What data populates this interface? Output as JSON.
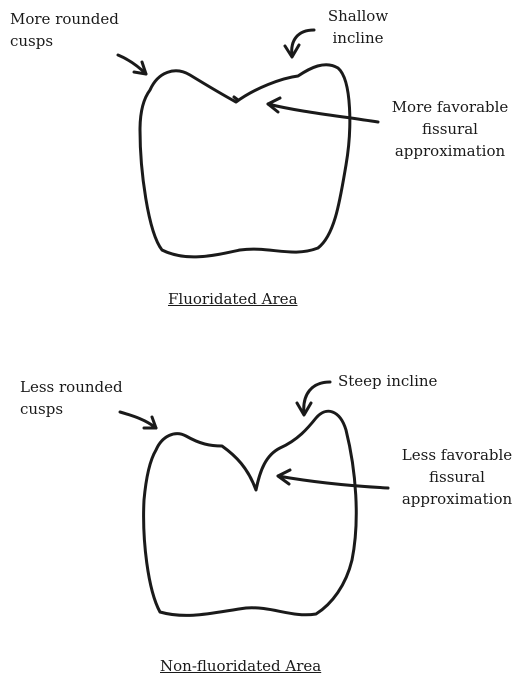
{
  "top_diagram": {
    "cusps_label": "More rounded\ncusps",
    "incline_label": "Shallow\nincline",
    "fissure_label": "More favorable\nfissural\napproximation",
    "caption": "Fluoridated Area"
  },
  "bottom_diagram": {
    "cusps_label": "Less rounded\ncusps",
    "incline_label": "Steep incline",
    "fissure_label": "Less favorable\nfissural\napproximation",
    "caption": "Non-fluoridated Area"
  },
  "colors": {
    "ink": "#1a1a1a",
    "background": "#ffffff"
  }
}
